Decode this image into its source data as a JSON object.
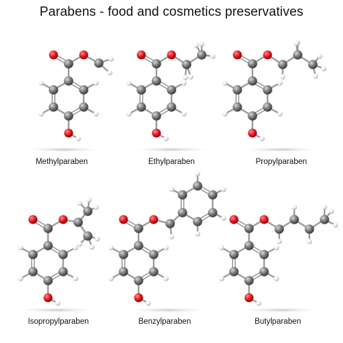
{
  "title": "Parabens - food and cosmetics preservatives",
  "molecules": [
    {
      "name": "Methylparaben",
      "chain": "methyl"
    },
    {
      "name": "Ethylparaben",
      "chain": "ethyl"
    },
    {
      "name": "Propylparaben",
      "chain": "propyl"
    },
    {
      "name": "Isopropylparaben",
      "chain": "isopropyl"
    },
    {
      "name": "Benzylparaben",
      "chain": "benzyl"
    },
    {
      "name": "Butylparaben",
      "chain": "butyl"
    }
  ],
  "atom_colors": {
    "carbon": "#777777",
    "oxygen": "#e01b24",
    "hydrogen": "#f2f2f2",
    "bond": "#9a9a9a"
  }
}
